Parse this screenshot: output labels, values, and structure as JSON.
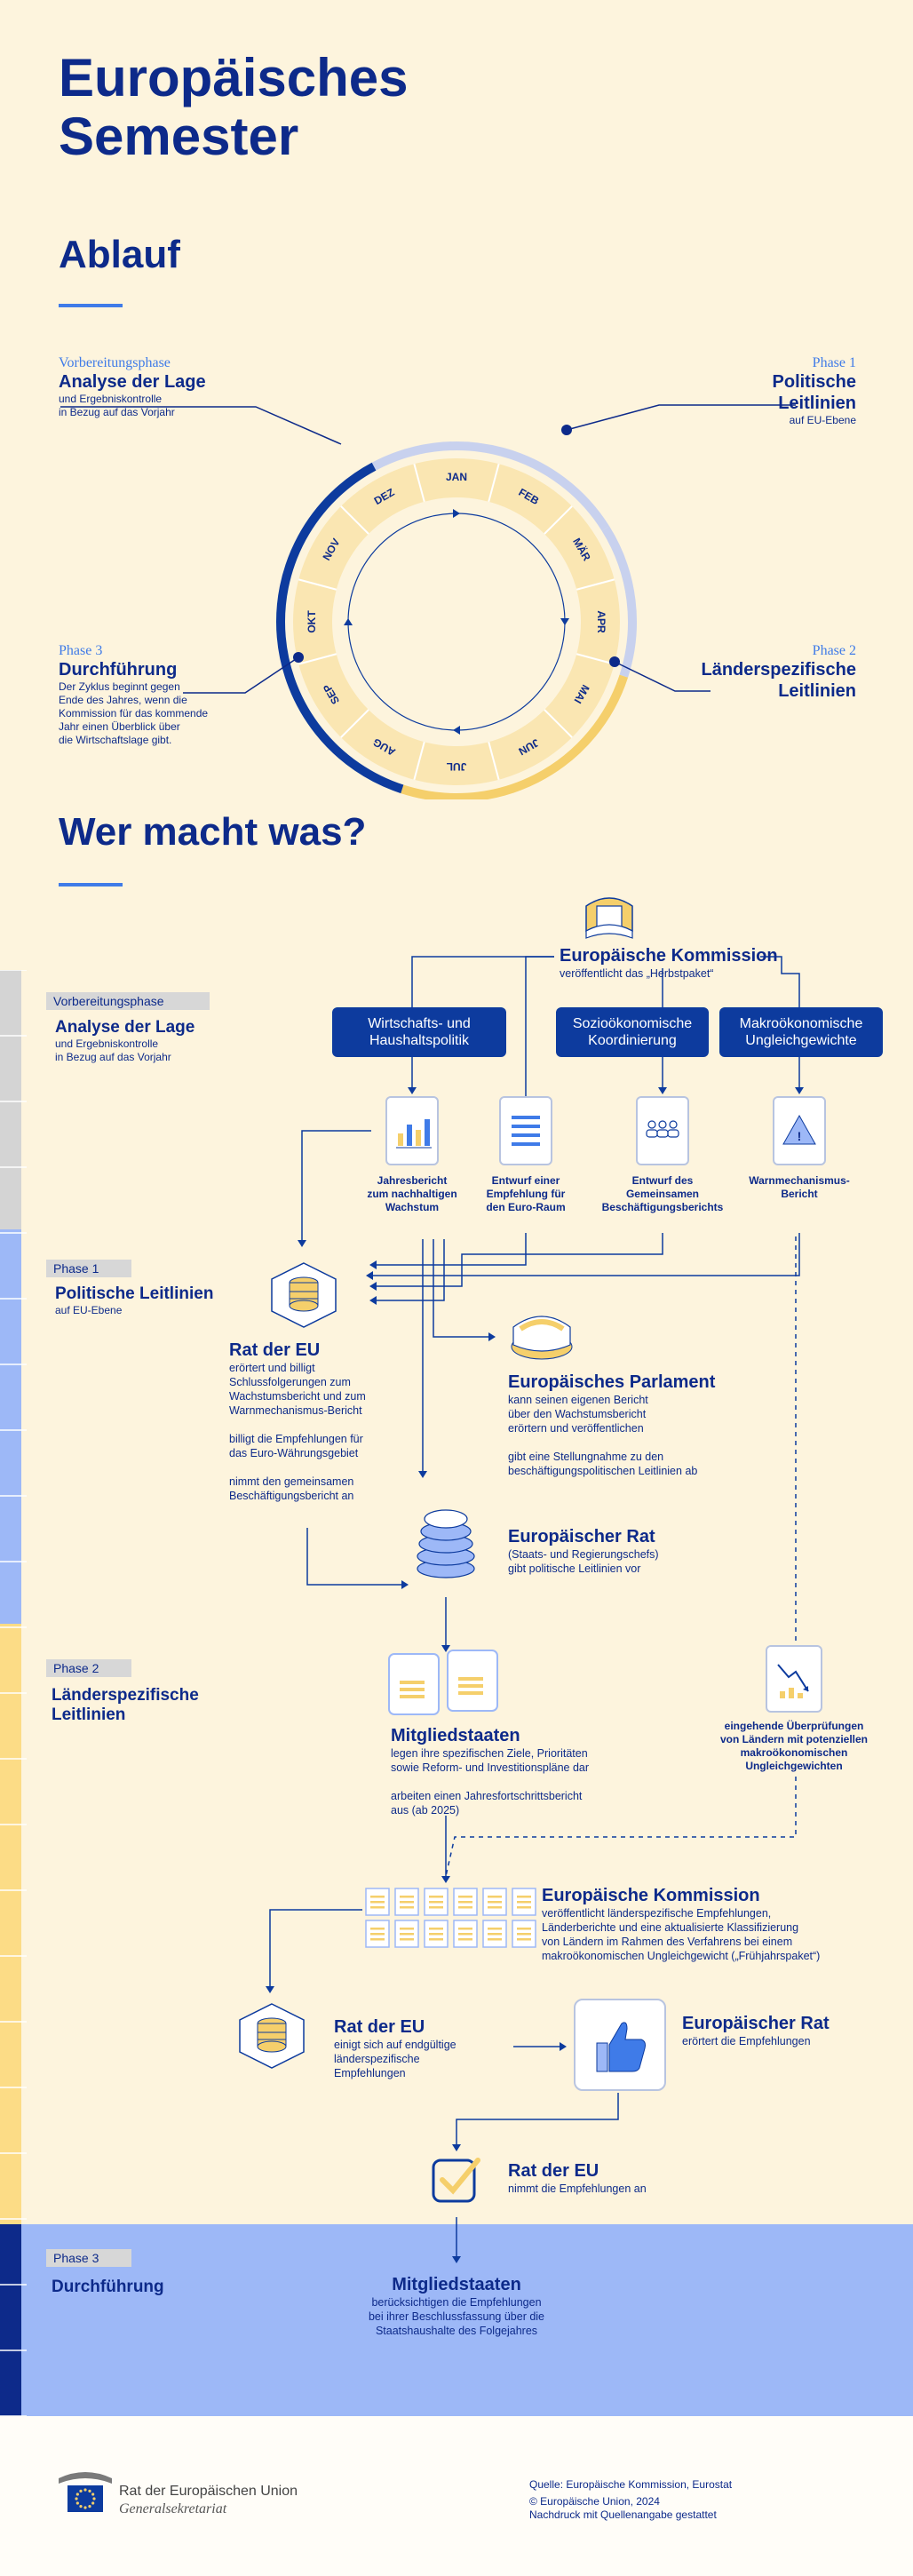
{
  "title_line1": "Europäisches",
  "title_line2": "Semester",
  "ablauf": {
    "heading": "Ablauf",
    "months": [
      "JAN",
      "FEB",
      "MÄR",
      "APR",
      "MAI",
      "JUN",
      "JUL",
      "AUG",
      "SEP",
      "OKT",
      "NOV",
      "DEZ"
    ],
    "prep": {
      "label": "Vorbereitungsphase",
      "title": "Analyse der Lage",
      "desc1": "und Ergebniskontrolle",
      "desc2": "in Bezug auf das Vorjahr"
    },
    "phase1": {
      "label": "Phase 1",
      "title1": "Politische",
      "title2": "Leitlinien",
      "desc": "auf EU-Ebene"
    },
    "phase2": {
      "label": "Phase 2",
      "title1": "Länderspezifische",
      "title2": "Leitlinien"
    },
    "phase3": {
      "label": "Phase 3",
      "title": "Durchführung",
      "desc1": "Der Zyklus beginnt gegen",
      "desc2": "Ende des Jahres, wenn die",
      "desc3": "Kommission für das kommende",
      "desc4": "Jahr einen Überblick über",
      "desc5": "die Wirtschaftslage gibt."
    }
  },
  "wer": {
    "heading": "Wer macht was?",
    "kommission": {
      "title": "Europäische Kommission",
      "desc": "veröffentlicht das „Herbstpaket“"
    },
    "cats": [
      "Wirtschafts- und Haushaltspolitik",
      "Sozioökonomische Koordinierung",
      "Makroökonomische Ungleichgewichte"
    ],
    "cat1_l1": "Wirtschafts- und",
    "cat1_l2": "Haushaltspolitik",
    "cat2_l1": "Sozioökonomische",
    "cat2_l2": "Koordinierung",
    "cat3_l1": "Makroökonomische",
    "cat3_l2": "Ungleichgewichte",
    "docs": {
      "d1_l1": "Jahresbericht",
      "d1_l2": "zum nachhaltigen",
      "d1_l3": "Wachstum",
      "d2_l1": "Entwurf einer",
      "d2_l2": "Empfehlung für",
      "d2_l3": "den Euro-Raum",
      "d3_l1": "Entwurf des",
      "d3_l2": "Gemeinsamen",
      "d3_l3": "Beschäftigungsberichts",
      "d4_l1": "Warnmechanismus-",
      "d4_l2": "Bericht"
    },
    "side_prep": {
      "tag": "Vorbereitungsphase",
      "title": "Analyse der Lage",
      "d1": "und Ergebniskontrolle",
      "d2": "in Bezug auf das Vorjahr"
    },
    "side_p1": {
      "tag": "Phase 1",
      "title": "Politische Leitlinien",
      "d1": "auf EU-Ebene"
    },
    "side_p2": {
      "tag": "Phase 2",
      "t1": "Länderspezifische",
      "t2": "Leitlinien"
    },
    "side_p3": {
      "tag": "Phase 3",
      "title": "Durchführung"
    },
    "rat1": {
      "title": "Rat der EU",
      "l1": "erörtert und billigt",
      "l2": "Schlussfolgerungen zum",
      "l3": "Wachstumsbericht und zum",
      "l4": "Warnmechanismus-Bericht",
      "l5": "billigt die Empfehlungen für",
      "l6": "das Euro-Währungsgebiet",
      "l7": "nimmt den gemeinsamen",
      "l8": "Beschäftigungsbericht an"
    },
    "ep": {
      "title": "Europäisches Parlament",
      "l1": "kann seinen eigenen Bericht",
      "l2": "über den Wachstumsbericht",
      "l3": "erörtern und veröffentlichen",
      "l4": "gibt eine Stellungnahme zu den",
      "l5": "beschäftigungspolitischen Leitlinien ab"
    },
    "er1": {
      "title": "Europäischer Rat",
      "l1": "(Staats- und Regierungschefs)",
      "l2": "gibt politische Leitlinien vor"
    },
    "ms1": {
      "title": "Mitgliedstaaten",
      "l1": "legen ihre spezifischen Ziele, Prioritäten",
      "l2": "sowie Reform- und Investitionspläne dar",
      "l3": "arbeiten einen Jahresfortschrittsbericht",
      "l4": "aus (ab 2025)"
    },
    "review": {
      "l1": "eingehende Überprüfungen",
      "l2": "von Ländern mit potenziellen",
      "l3": "makroökonomischen",
      "l4": "Ungleichgewichten"
    },
    "kom2": {
      "title": "Europäische Kommission",
      "l1": "veröffentlicht länderspezifische Empfehlungen,",
      "l2": "Länderberichte und eine aktualisierte Klassifizierung",
      "l3": "von Ländern im Rahmen des Verfahrens bei einem",
      "l4": "makroökonomischen Ungleichgewicht („Frühjahrspaket“)"
    },
    "rat2": {
      "title": "Rat der EU",
      "l1": "einigt sich auf endgültige",
      "l2": "länderspezifische",
      "l3": "Empfehlungen"
    },
    "er2": {
      "title": "Europäischer Rat",
      "l1": "erörtert die Empfehlungen"
    },
    "rat3": {
      "title": "Rat der EU",
      "l1": "nimmt die Empfehlungen an"
    },
    "ms2": {
      "title": "Mitgliedstaaten",
      "l1": "berücksichtigen die Empfehlungen",
      "l2": "bei ihrer Beschlussfassung über die",
      "l3": "Staatshaushalte des Folgejahres"
    }
  },
  "footer": {
    "org1": "Rat der Europäischen Union",
    "org2": "Generalsekretariat",
    "src": "Quelle: Europäische Kommission, Eurostat",
    "copy": "© Europäische Union, 2024",
    "repro": "Nachdruck mit Quellenangabe gestattet"
  },
  "colors": {
    "navy": "#0d2a8a",
    "blue": "#3f7be8",
    "light": "#fdf4dd",
    "yellow": "#f5cf6b",
    "phase_blue": "#9db8f7"
  }
}
